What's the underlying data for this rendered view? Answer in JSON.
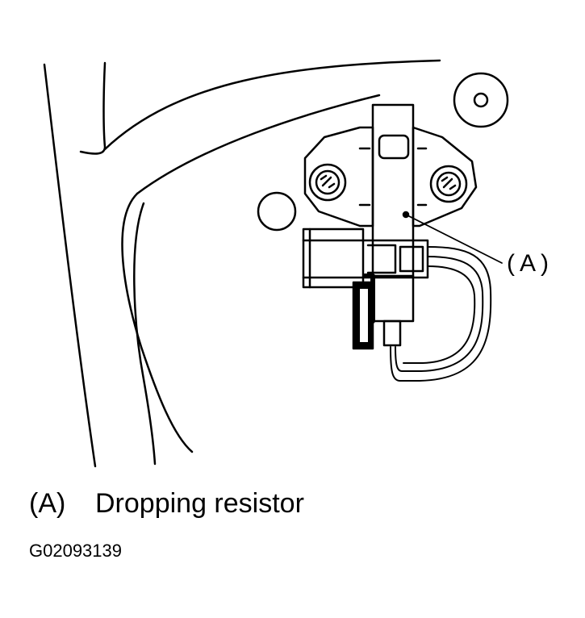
{
  "callout": {
    "label": "(A)"
  },
  "legend": [
    {
      "key": "(A)",
      "text": "Dropping resistor"
    }
  ],
  "figure_id": "G02093139"
}
